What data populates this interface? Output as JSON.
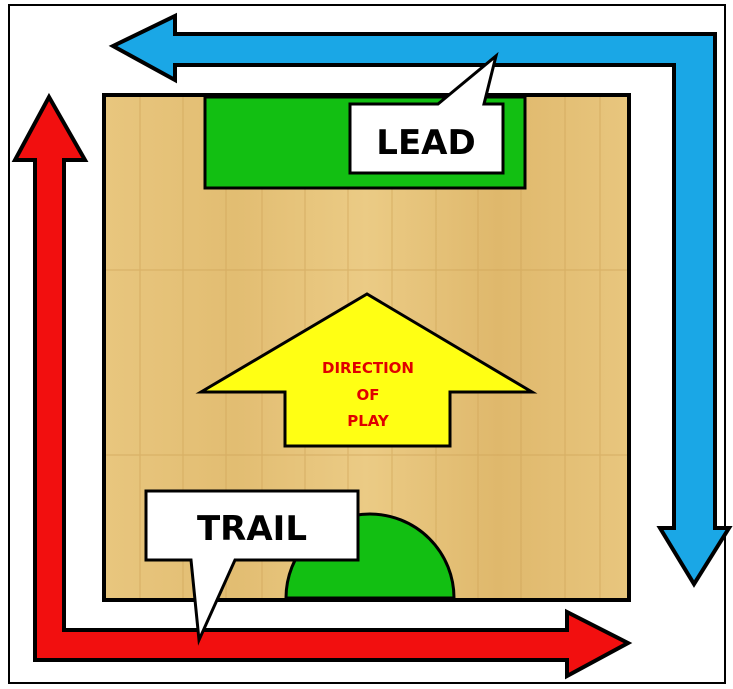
{
  "labels": {
    "lead": "LEAD",
    "trail": "TRAIL",
    "direction_line1": "DIRECTION",
    "direction_line2": "OF",
    "direction_line3": "PLAY"
  },
  "colors": {
    "court_wood": "#e6c37a",
    "wood_grain": "#d2a95c",
    "lead_arrow": "#1aa7e6",
    "trail_arrow": "#f20f0f",
    "key_area": "#12bf12",
    "direction_arrow": "#ffff14",
    "direction_text": "#e00000",
    "outline": "#000000",
    "label_box": "#ffffff"
  },
  "icons": {
    "lead_arrow": "arrow-left-then-down",
    "trail_arrow": "arrow-up-and-right",
    "direction_arrow": "arrow-up"
  }
}
